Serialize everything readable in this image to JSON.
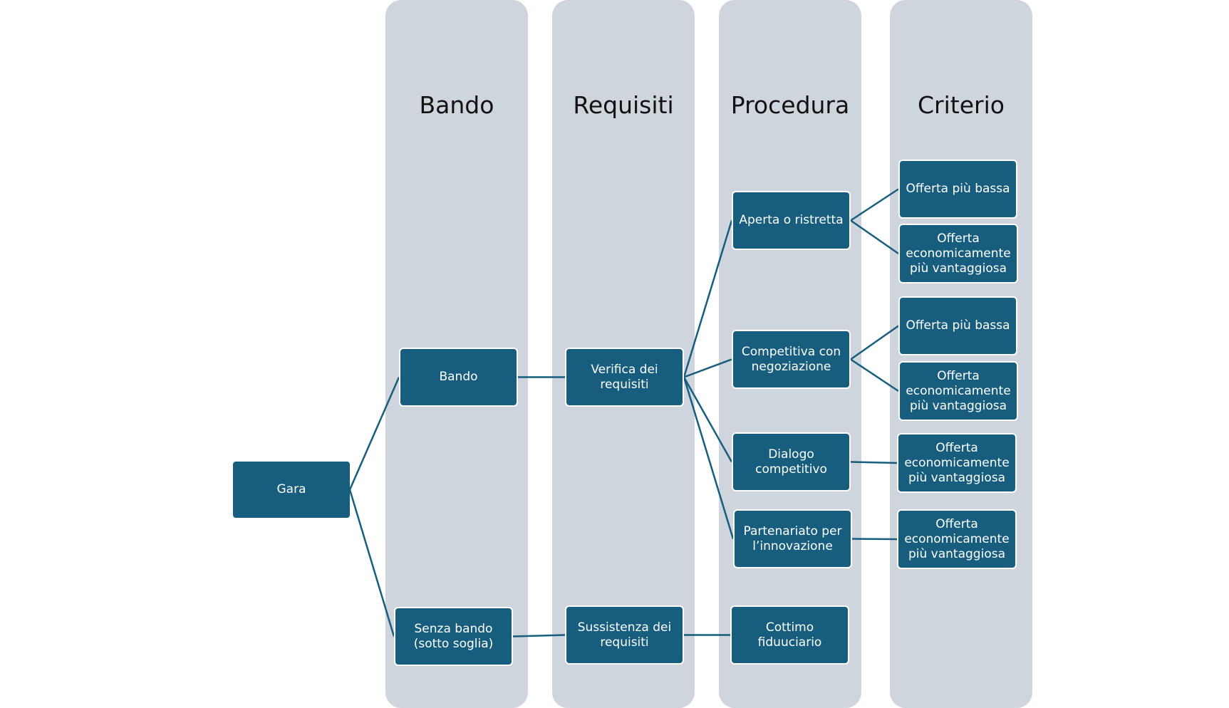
{
  "columns": [
    {
      "id": "bando",
      "title": "Bando"
    },
    {
      "id": "requisiti",
      "title": "Requisiti"
    },
    {
      "id": "procedura",
      "title": "Procedura"
    },
    {
      "id": "criterio",
      "title": "Criterio"
    }
  ],
  "nodes": {
    "gara": "Gara",
    "bando": "Bando",
    "senza_bando": "Senza bando (sotto soglia)",
    "verifica": "Verifica dei requisiti",
    "sussistenza": "Sussistenza dei requisiti",
    "aperta": "Aperta o ristretta",
    "competitiva": "Competitiva con negoziazione",
    "dialogo": "Dialogo competitivo",
    "partenariato": "Partenariato per l’innovazione",
    "cottimo": "Cottimo fiduuciario",
    "c1": "Offerta più bassa",
    "c2": "Offerta economicamente più vantaggiosa",
    "c3": "Offerta più bassa",
    "c4": "Offerta economicamente più vantaggiosa",
    "c5": "Offerta economicamente più vantaggiosa",
    "c6": "Offerta economicamente più vantaggiosa"
  },
  "edges": [
    [
      "gara",
      "bando"
    ],
    [
      "gara",
      "senza_bando"
    ],
    [
      "bando",
      "verifica"
    ],
    [
      "senza_bando",
      "sussistenza"
    ],
    [
      "verifica",
      "aperta"
    ],
    [
      "verifica",
      "competitiva"
    ],
    [
      "verifica",
      "dialogo"
    ],
    [
      "verifica",
      "partenariato"
    ],
    [
      "sussistenza",
      "cottimo"
    ],
    [
      "aperta",
      "c1"
    ],
    [
      "aperta",
      "c2"
    ],
    [
      "competitiva",
      "c3"
    ],
    [
      "competitiva",
      "c4"
    ],
    [
      "dialogo",
      "c5"
    ],
    [
      "partenariato",
      "c6"
    ]
  ],
  "colors": {
    "node_fill": "#175d7e",
    "column_fill": "#cfd5dd",
    "connector": "#175d7e"
  }
}
